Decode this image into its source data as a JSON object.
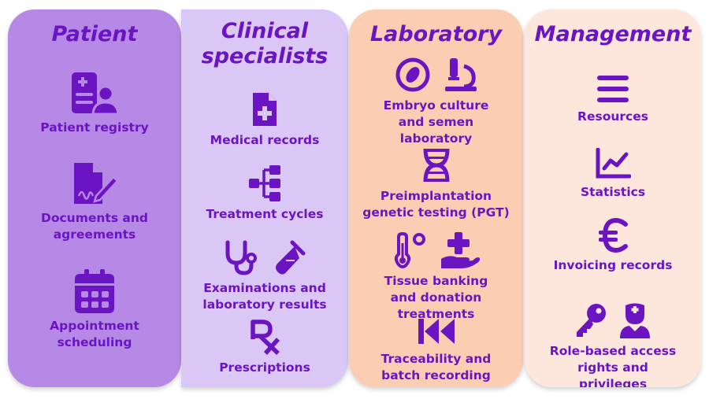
{
  "colors": {
    "accent": "#6b14c2",
    "patient_bg": "#b789e6",
    "clinical_bg": "#dac7f5",
    "lab_bg": "#fbcdb3",
    "management_bg": "#fde6dc"
  },
  "columns": [
    {
      "title": "Patient",
      "items": [
        {
          "label": "Patient registry",
          "icons": [
            "patient-registry-icon"
          ]
        },
        {
          "label": "Documents and agreements",
          "icons": [
            "document-signature-icon"
          ]
        },
        {
          "label": "Appointment scheduling",
          "icons": [
            "calendar-icon"
          ]
        }
      ]
    },
    {
      "title": "Clinical specialists",
      "items": [
        {
          "label": "Medical records",
          "icons": [
            "medical-file-icon"
          ]
        },
        {
          "label": "Treatment cycles",
          "icons": [
            "tree-diagram-icon"
          ]
        },
        {
          "label": "Examinations and laboratory results",
          "icons": [
            "stethoscope-icon",
            "test-tube-icon"
          ]
        },
        {
          "label": "Prescriptions",
          "icons": [
            "prescription-icon"
          ]
        }
      ]
    },
    {
      "title": "Laboratory",
      "items": [
        {
          "label": "Embryo culture and semen laboratory",
          "icons": [
            "embryo-icon",
            "microscope-icon"
          ]
        },
        {
          "label": "Preimplantation genetic testing (PGT)",
          "icons": [
            "dna-icon"
          ]
        },
        {
          "label": "Tissue banking and donation treatments",
          "icons": [
            "temperature-icon",
            "hand-plus-icon"
          ]
        },
        {
          "label": "Traceability and batch recording",
          "icons": [
            "backward-icon"
          ]
        }
      ]
    },
    {
      "title": "Management",
      "items": [
        {
          "label": "Resources",
          "icons": [
            "bars-icon"
          ]
        },
        {
          "label": "Statistics",
          "icons": [
            "line-chart-icon"
          ]
        },
        {
          "label": "Invoicing records",
          "icons": [
            "euro-icon"
          ]
        },
        {
          "label": "Role-based access rights and privileges",
          "icons": [
            "key-icon",
            "user-nurse-icon"
          ]
        }
      ]
    }
  ]
}
